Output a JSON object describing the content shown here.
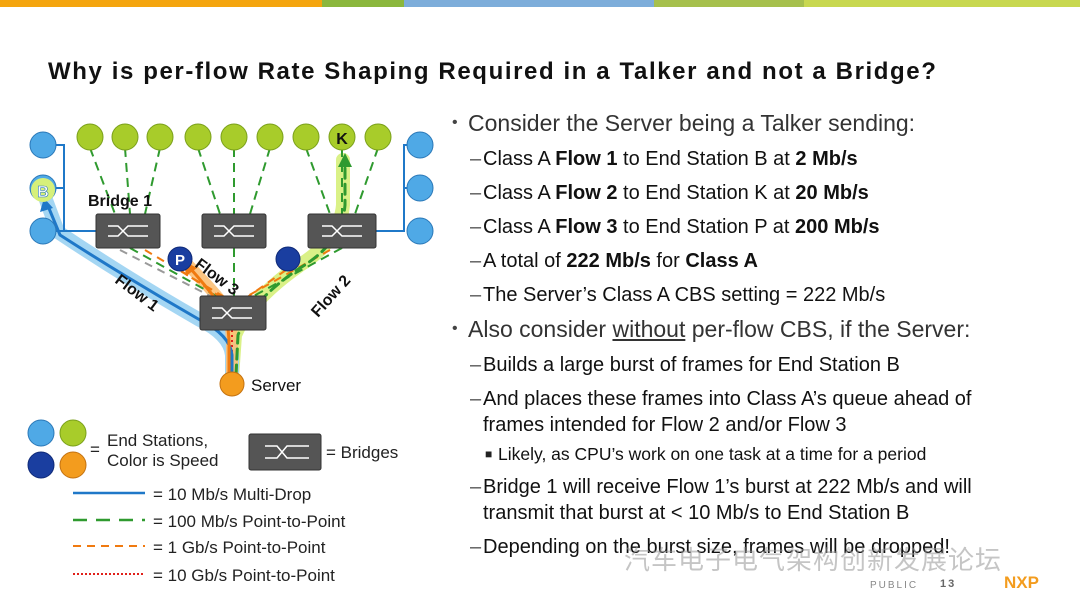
{
  "colors": {
    "top_bar": [
      "#f4a50e",
      "#8bb73d",
      "#7dadda",
      "#a6c04d",
      "#c8d850"
    ],
    "blue": "#1f78c8",
    "green": "#2f9a2f",
    "orange": "#f07a10",
    "red": "#e0201a",
    "node_light_blue": "#4fa9e6",
    "node_light_green": "#a8cc2a",
    "node_dark_blue": "#1a3ea0",
    "node_orange": "#f39c1e",
    "highlight_green": "#d6f07a",
    "highlight_blue": "#9ad2f2",
    "highlight_orange": "#fcc076"
  },
  "title": "Why is per-flow Rate Shaping Required in a Talker and not a Bridge?",
  "diagram": {
    "bridge1_label": "Bridge 1",
    "node_b_label": "B",
    "node_k_label": "K",
    "node_p_label": "P",
    "flow1_label": "Flow 1",
    "flow2_label": "Flow 2",
    "flow3_label": "Flow 3",
    "server_label": "Server"
  },
  "legend": {
    "end_stations_label": "End Stations,",
    "color_speed_label": "Color is Speed",
    "bridges_label": "= Bridges",
    "equals": "=",
    "line_items": [
      {
        "style": "blue-solid",
        "text": "= 10 Mb/s Multi-Drop"
      },
      {
        "style": "green-dash",
        "text": "= 100 Mb/s Point-to-Point"
      },
      {
        "style": "orange-dash",
        "text": "= 1 Gb/s Point-to-Point"
      },
      {
        "style": "red-dot",
        "text": "= 10 Gb/s Point-to-Point"
      }
    ]
  },
  "bullets": {
    "b1_text": "Consider the Server being a Talker sending:",
    "s1_pre": "Class A ",
    "s1_bold1": "Flow 1",
    "s1_mid": " to End Station B at ",
    "s1_bold2": "2 Mb/s",
    "s2_pre": "Class A ",
    "s2_bold1": "Flow 2",
    "s2_mid": " to End Station K at ",
    "s2_bold2": "20 Mb/s",
    "s3_pre": "Class A ",
    "s3_bold1": "Flow 3",
    "s3_mid": " to End Station P at ",
    "s3_bold2": "200 Mb/s",
    "s4_pre": "A total of ",
    "s4_bold1": "222 Mb/s",
    "s4_mid": " for ",
    "s4_bold2": "Class A",
    "s5_text": "The Server’s Class A CBS setting = 222 Mb/s",
    "b2_pre": "Also consider ",
    "b2_under": "without",
    "b2_post": " per-flow CBS, if the Server:",
    "t1_text": "Builds a large burst of frames for End Station B",
    "t2_line1": "And places these frames into Class A’s queue ahead of",
    "t2_line2": "frames intended for Flow 2 and/or Flow 3",
    "t3_text": "Likely, as CPU’s work on one task at a time for a period",
    "t4_line1": "Bridge 1 will receive Flow 1’s burst at 222 Mb/s and will",
    "t4_line2": "transmit that burst at < 10 Mb/s to End Station B",
    "t5_text": "Depending on the burst size, frames will be dropped!"
  },
  "footer": {
    "classification": "PUBLIC",
    "page_number": "13",
    "logo": "NXP",
    "watermark": "汽车电子电气架构创新发展论坛"
  }
}
